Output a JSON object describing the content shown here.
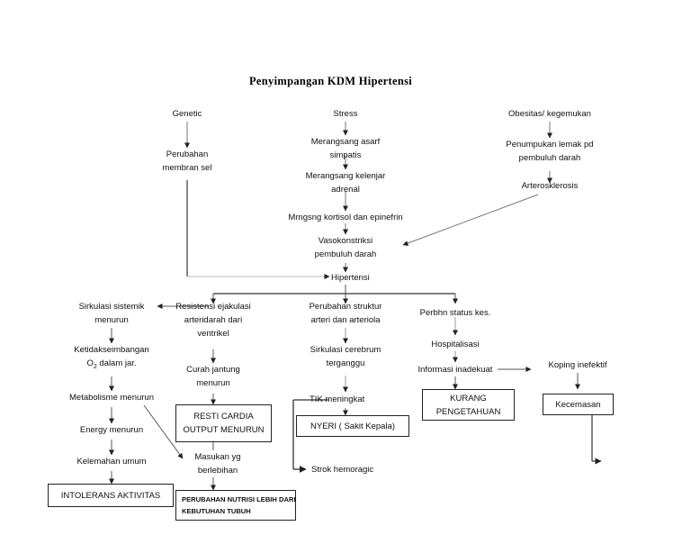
{
  "document": {
    "title": "Penyimpangan KDM Hipertensi"
  },
  "nodes": {
    "genetic": {
      "line1": "Genetic"
    },
    "perubahan_membran": {
      "line1": "Perubahan",
      "line2": "membran sel"
    },
    "stress": {
      "line1": "Stress"
    },
    "merangsang_saraf": {
      "line1": "Merangsang asarf",
      "line2": "simpatis"
    },
    "merangsang_kelenjar": {
      "line1": "Merangsang kelenjar",
      "line2": "adrenal"
    },
    "mrngsng_kortisol": {
      "line1": "Mrngsng kortisol dan epinefrin"
    },
    "vasokonstriksi": {
      "line1": "Vasokonstriksi",
      "line2": "pembuluh darah"
    },
    "hipertensi": {
      "line1": "Hipertensi"
    },
    "obesitas": {
      "line1": "Obesitas/ kegemukan"
    },
    "penumpukan_lemak": {
      "line1": "Penumpukan lemak pd",
      "line2": "pembuluh darah"
    },
    "arterosklerosis": {
      "line1": "Arterosklerosis"
    },
    "sirkulasi_sistemik": {
      "line1": "Sirkulasi sistemik",
      "line2": "menurun"
    },
    "ketidakseimbangan": {
      "line1": "Ketidakseimbangan",
      "line2_pre": "O",
      "line2_sub": "2",
      "line2_post": " dalam jar."
    },
    "metabolisme": {
      "line1": "Metabolisme menurun"
    },
    "energy": {
      "line1": "Energy menurun"
    },
    "kelemahan": {
      "line1": "Kelemahan umum"
    },
    "resistensi": {
      "line1": "Resistensi ejakulasi",
      "line2": "arteridarah dari",
      "line3": "ventrikel"
    },
    "curah_jantung": {
      "line1": "Curah jantung",
      "line2": "menurun"
    },
    "masukan": {
      "line1": "Masukan yg",
      "line2": "berlebihan"
    },
    "perubahan_struktur": {
      "line1": "Perubahan struktur",
      "line2": "arteri dan arteriola"
    },
    "sirkulasi_cerebrum": {
      "line1": "Sirkulasi cerebrum",
      "line2": "terganggu"
    },
    "tik": {
      "line1": "TIK meningkat"
    },
    "strok": {
      "line1": "Strok hemoragic"
    },
    "perbhn_status": {
      "line1": "Perbhn status kes."
    },
    "hospitalisasi": {
      "line1": "Hospitalisasi"
    },
    "informasi": {
      "line1": "Informasi inadekuat"
    },
    "koping": {
      "line1": "Koping inefektif"
    }
  },
  "boxes": {
    "resti_cardia": {
      "line1": "RESTI  CARDIA",
      "line2": "OUTPUT MENURUN"
    },
    "nyeri": {
      "line1": "NYERI ( Sakit Kepala)"
    },
    "kurang_pengetahuan": {
      "line1": "KURANG",
      "line2": "PENGETAHUAN"
    },
    "kecemasan": {
      "line1": "Kecemasan"
    },
    "intolerans": {
      "line1": "INTOLERANS AKTIVITAS"
    },
    "perubahan_nutrisi": {
      "line1": "PERUBAHAN NUTRISI LEBIH DARI",
      "line2": "KEBUTUHAN TUBUH"
    }
  },
  "colors": {
    "stroke": "#555555",
    "box_border": "#222222",
    "text": "#111111",
    "background": "#ffffff"
  }
}
